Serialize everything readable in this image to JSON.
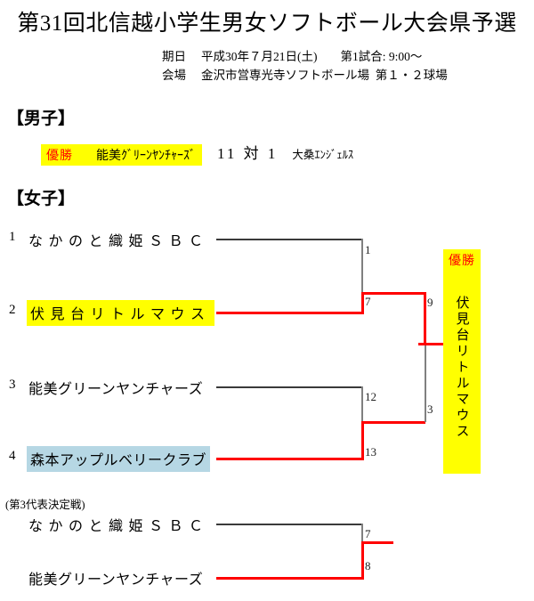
{
  "header": {
    "title": "第31回北信越小学生男女ソフトボール大会県予選",
    "date_label": "期日",
    "date_value": "平成30年７月21日(土)",
    "game_label": "第1試合:",
    "game_time": "9:00～",
    "venue_label": "会場",
    "venue_value": "金沢市営専光寺ソフトボール場",
    "venue_fields": "第１・２球場"
  },
  "men": {
    "section_heading": "【男子】",
    "champion_label": "優勝",
    "champion_team": "能美ｸﾞﾘｰﾝﾔﾝﾁｬｰｽﾞ",
    "score": "11 対 1",
    "runner_up": "大桑ｴﾝｼﾞｪﾙｽ"
  },
  "women": {
    "section_heading": "【女子】",
    "teams": [
      {
        "seed": "1",
        "name": "なかのと織姫ＳＢＣ",
        "highlight": "none"
      },
      {
        "seed": "2",
        "name": "伏見台リトルマウス",
        "highlight": "yellow"
      },
      {
        "seed": "3",
        "name": "能美グリーンヤンチャーズ",
        "highlight": "none"
      },
      {
        "seed": "4",
        "name": "森本アップルベリークラブ",
        "highlight": "blue"
      }
    ],
    "semifinal_1": {
      "top_score": "1",
      "bottom_score": "7"
    },
    "semifinal_2": {
      "top_score": "12",
      "bottom_score": "13"
    },
    "final": {
      "top_score": "9",
      "bottom_score": "3"
    },
    "champion_label": "優勝",
    "champion_team": "伏見台リトルマウス"
  },
  "playoff": {
    "heading": "(第3代表決定戦)",
    "team_top": "なかのと織姫ＳＢＣ",
    "team_bottom": "能美グリーンヤンチャーズ",
    "top_score": "7",
    "bottom_score": "8"
  },
  "colors": {
    "winner_line": "#ff0000",
    "loser_line": "#808080",
    "highlight_yellow": "#ffff00",
    "highlight_blue": "#b6d7e4",
    "champion_text": "#ff0000"
  }
}
